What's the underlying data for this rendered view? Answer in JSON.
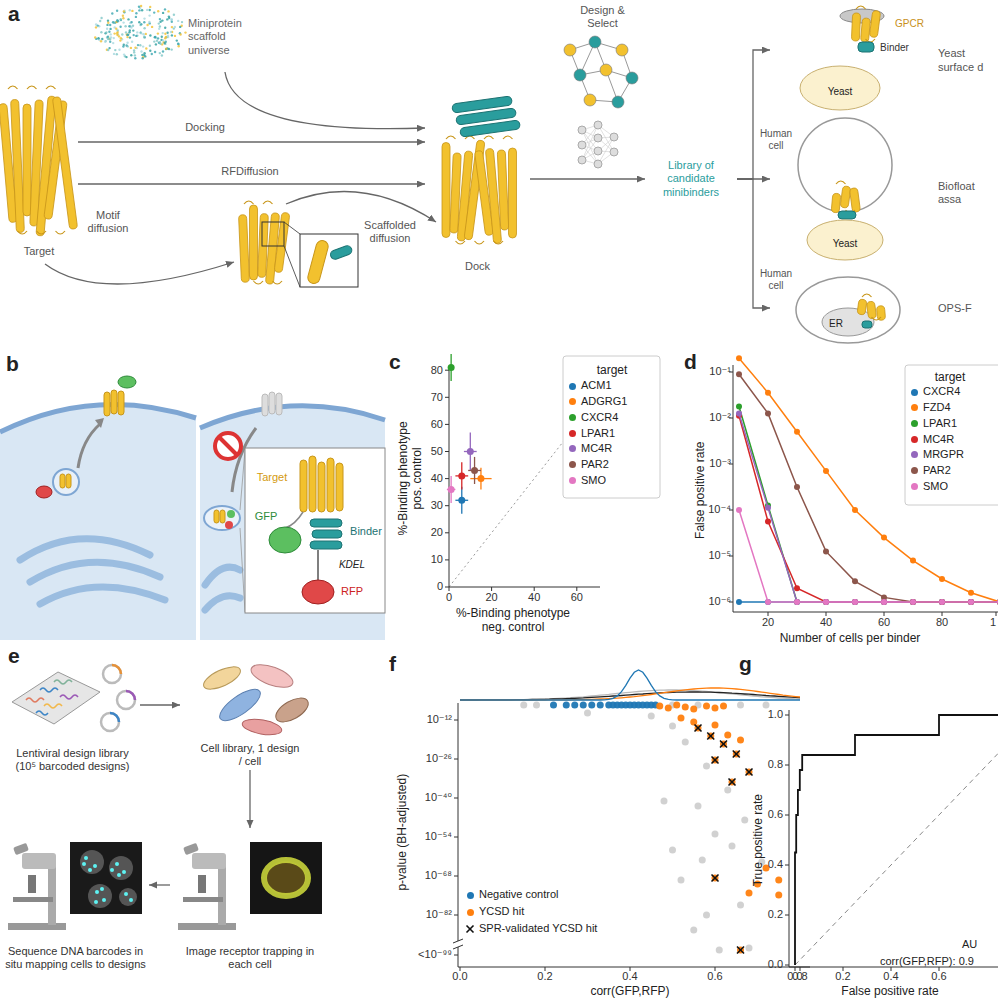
{
  "diagram": {
    "nodes": [
      {
        "text": [
          "Target"
        ]
      },
      {
        "text": [
          "Miniprotein scaffold universe"
        ]
      },
      {
        "text": [
          "Dock"
        ]
      },
      {
        "text": [
          "Design & Select"
        ]
      },
      {
        "text": [
          "Library of candidate minibinders"
        ]
      },
      {
        "text": [
          "Yeast surface d"
        ]
      },
      {
        "text": [
          "Biofloat assa"
        ]
      },
      {
        "text": [
          "OPS-F"
        ]
      },
      {
        "text": [
          "Lentiviral design library (10⁵ barcoded designs)"
        ]
      },
      {
        "text": [
          "Cell library, 1 design / cell"
        ]
      },
      {
        "text": [
          "Image receptor trapping in each cell"
        ]
      },
      {
        "text": [
          "Sequence DNA barcodes in situ mapping cells to designs"
        ]
      }
    ],
    "edges": [
      {
        "from": 0,
        "to": 2,
        "arrow": "to"
      },
      {
        "from": 0,
        "to": 2,
        "arrow": "to",
        "label": "RFDiffusion"
      },
      {
        "from": 1,
        "to": 2,
        "arrow": "to",
        "label": "Docking"
      },
      {
        "from": 2,
        "to": 4,
        "arrow": "to"
      },
      {
        "from": 4,
        "to": 5,
        "arrow": "to"
      },
      {
        "from": 4,
        "to": 6,
        "arrow": "to"
      },
      {
        "from": 4,
        "to": 7,
        "arrow": "to"
      },
      {
        "from": 8,
        "to": 9,
        "arrow": "to"
      },
      {
        "from": 9,
        "to": 10,
        "arrow": "to"
      },
      {
        "from": 10,
        "to": 11,
        "arrow": "to"
      }
    ],
    "labels": [
      "a",
      "Motif diffusion",
      "Scaffolded diffusion",
      "GPCR",
      "Binder",
      "Yeast",
      "Human cell",
      "Yeast",
      "Human cell",
      "ER",
      "b",
      "Target",
      "GFP",
      "Binder",
      "KDEL",
      "RFP",
      "c",
      "%-Binding phenotype pos. control",
      "%-Binding phenotype neg. control",
      "0",
      "10",
      "20",
      "30",
      "40",
      "50",
      "60",
      "70",
      "80",
      "0",
      "20",
      "40",
      "60",
      "target",
      "d",
      "False positive rate",
      "10⁻¹",
      "10⁻²",
      "10⁻³",
      "10⁻⁴",
      "10⁻⁵",
      "10⁻⁶",
      "20",
      "40",
      "60",
      "80",
      "1",
      "Number of cells per binder",
      "target",
      "e",
      "f",
      "p-value (BH-adjusted)",
      "10⁻¹²",
      "10⁻²⁶",
      "10⁻⁴⁰",
      "10⁻⁵⁴",
      "10⁻⁶⁸",
      "10⁻⁸²",
      "<10⁻⁹⁹",
      "0.0",
      "0.2",
      "0.4",
      "0.6",
      "0.8",
      "corr(GFP,RFP)",
      "g",
      "True positive rate",
      "1.0",
      "0.8",
      "0.6",
      "0.4",
      "0.2",
      "0.0",
      "0.0",
      "0.2",
      "0.4",
      "0.6",
      "False positive rate",
      "AU",
      "corr(GFP,RFP): 0.9"
    ],
    "legend": [
      {
        "text": "ACM1",
        "color": "#1f77b4"
      },
      {
        "text": "ADGRG1",
        "color": "#ff7f0e"
      },
      {
        "text": "CXCR4",
        "color": "#2ca02c"
      },
      {
        "text": "LPAR1",
        "color": "#d62728"
      },
      {
        "text": "MC4R",
        "color": "#9467bd"
      },
      {
        "text": "PAR2",
        "color": "#8c564b"
      },
      {
        "text": "SMO",
        "color": "#e377c2"
      },
      {
        "text": "CXCR4",
        "color": "#1f77b4"
      },
      {
        "text": "FZD4",
        "color": "#ff7f0e"
      },
      {
        "text": "LPAR1",
        "color": "#2ca02c"
      },
      {
        "text": "MC4R",
        "color": "#d62728"
      },
      {
        "text": "MRGPR",
        "color": "#9467bd"
      },
      {
        "text": "PAR2",
        "color": "#8c564b"
      },
      {
        "text": "SMO",
        "color": "#e377c2"
      },
      {
        "text": "Negative control",
        "color": "#1f77b4"
      },
      {
        "text": "YCSD hit",
        "color": "#ff7f0e"
      },
      {
        "text": "SPR-validated YCSD hit"
      }
    ]
  }
}
